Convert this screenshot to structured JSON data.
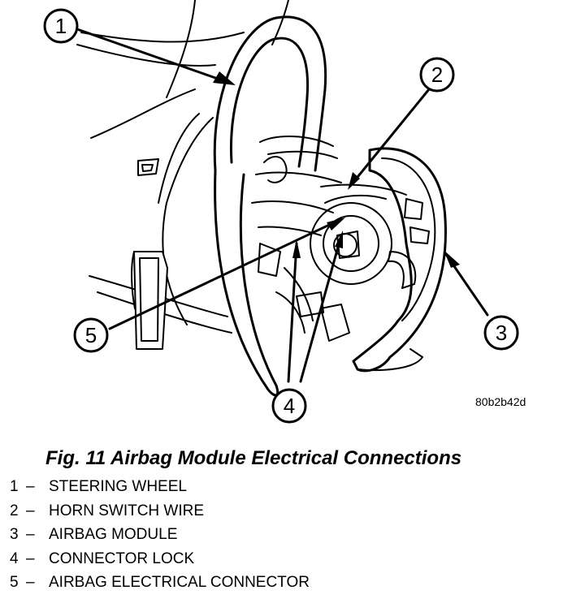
{
  "callouts": {
    "c1": "1",
    "c2": "2",
    "c3": "3",
    "c4": "4",
    "c5": "5"
  },
  "figure_code": "80b2b42d",
  "caption": "Fig. 11 Airbag Module Electrical Connections",
  "legend": [
    {
      "num": "1",
      "dash": "–",
      "label": "STEERING WHEEL"
    },
    {
      "num": "2",
      "dash": "–",
      "label": "HORN SWITCH WIRE"
    },
    {
      "num": "3",
      "dash": "–",
      "label": "AIRBAG MODULE"
    },
    {
      "num": "4",
      "dash": "–",
      "label": "CONNECTOR LOCK"
    },
    {
      "num": "5",
      "dash": "–",
      "label": "AIRBAG ELECTRICAL CONNECTOR"
    }
  ]
}
